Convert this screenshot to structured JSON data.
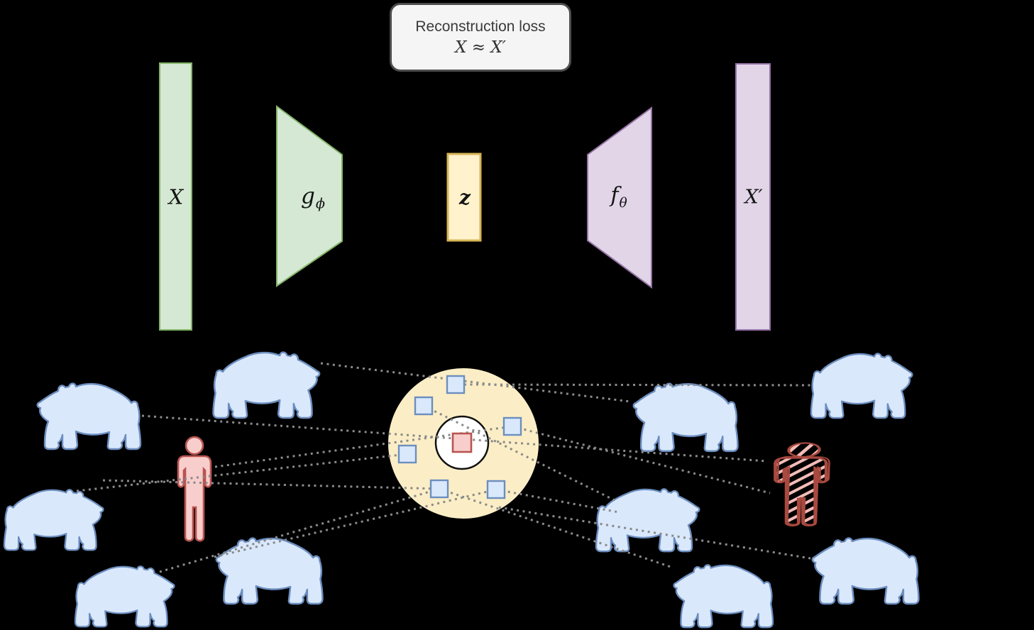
{
  "figure": {
    "reconstruction_box": {
      "title": "Reconstruction loss",
      "formula": "X ≈ X′"
    },
    "autoencoder": {
      "input_label": "X",
      "encoder_label": "g",
      "encoder_sub": "ϕ",
      "latent_label": "z",
      "decoder_label": "f",
      "decoder_sub": "θ",
      "output_label": "X′"
    }
  },
  "icons": {
    "bear": "bear-icon (light-blue animal silhouette, appears 10 times)",
    "person": "person-icon (pink human silhouette, normal sample)",
    "anomalous_person": "anomalous-person-icon (red sketchy hatched human, anomaly)",
    "latent_code": "latent-code-square (blue square inside latent circle, 6 times)",
    "anomaly_code": "anomaly-latent-square (red square at circle center)"
  },
  "counts": {
    "bears": 10,
    "persons": 2,
    "blue_latent_squares": 6,
    "red_latent_squares": 1,
    "dotted_mappings": 13
  },
  "colors": {
    "background": "#000000",
    "input_fill": "#d5e8d4",
    "input_stroke": "#82b366",
    "latent_fill": "#fff2cc",
    "latent_stroke": "#d6b656",
    "output_fill": "#e1d5e7",
    "output_stroke": "#9673a6",
    "bear_fill": "#dae8fc",
    "bear_stroke": "#6c8ebf",
    "person_fill": "#f8cecc",
    "person_stroke": "#b85450",
    "latent_space_fill": "#fbeec6",
    "inlier_region_fill": "#ffffff",
    "inlier_region_stroke": "#111111",
    "dotted_line": "#8a8a8a",
    "box_fill": "#f5f5f5",
    "box_border": "#4d4d4d",
    "text": "#333333"
  }
}
